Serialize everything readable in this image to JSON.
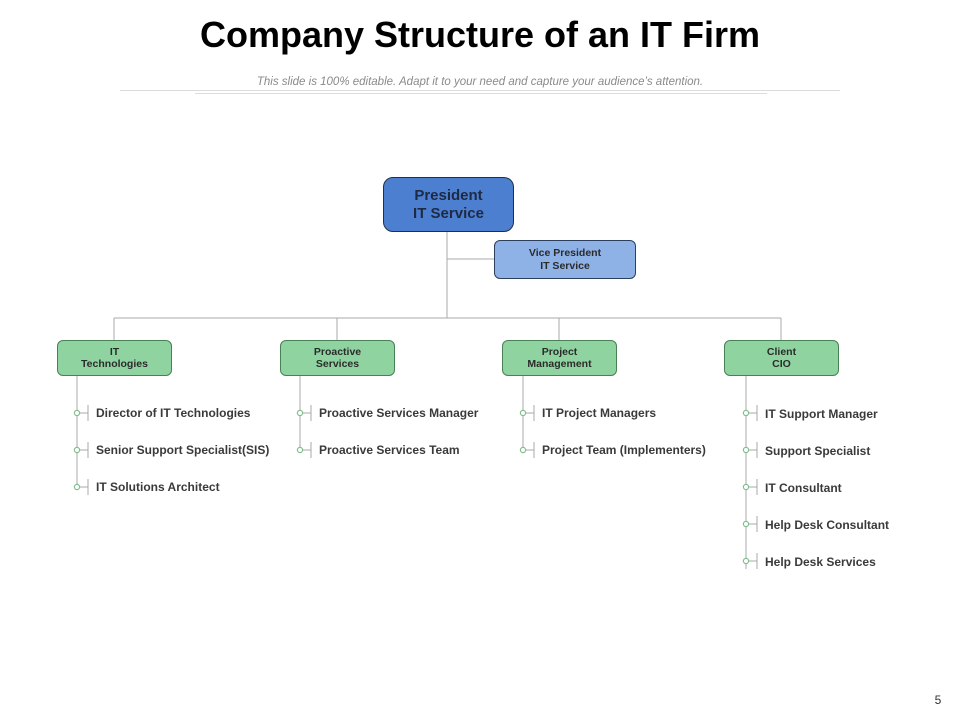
{
  "slide": {
    "title": "Company Structure of an IT Firm",
    "subtitle": "This slide is 100% editable. Adapt it to your need and capture your audience’s attention.",
    "page_number": "5"
  },
  "org": {
    "president": {
      "line1": "President",
      "line2": "IT Service"
    },
    "vice_president": {
      "line1": "Vice President",
      "line2": "IT Service"
    },
    "departments": [
      {
        "line1": "IT",
        "line2": "Technologies",
        "items": [
          "Director of IT Technologies",
          "Senior Support Specialist(SIS)",
          "IT Solutions Architect"
        ]
      },
      {
        "line1": "Proactive",
        "line2": "Services",
        "items": [
          "Proactive Services Manager",
          "Proactive Services Team"
        ]
      },
      {
        "line1": "Project",
        "line2": "Management",
        "items": [
          "IT Project Managers",
          "Project Team (Implementers)"
        ]
      },
      {
        "line1": "Client",
        "line2": "CIO",
        "items": [
          "IT Support Manager",
          "Support Specialist",
          "IT Consultant",
          "Help Desk Consultant",
          "Help Desk Services"
        ]
      }
    ]
  },
  "colors": {
    "president_fill": "#4d7fd0",
    "vp_fill": "#8eb1e6",
    "department_fill": "#8fd4a0",
    "connector_line": "#a9a9a9",
    "item_connector": "#7fbf8c"
  }
}
